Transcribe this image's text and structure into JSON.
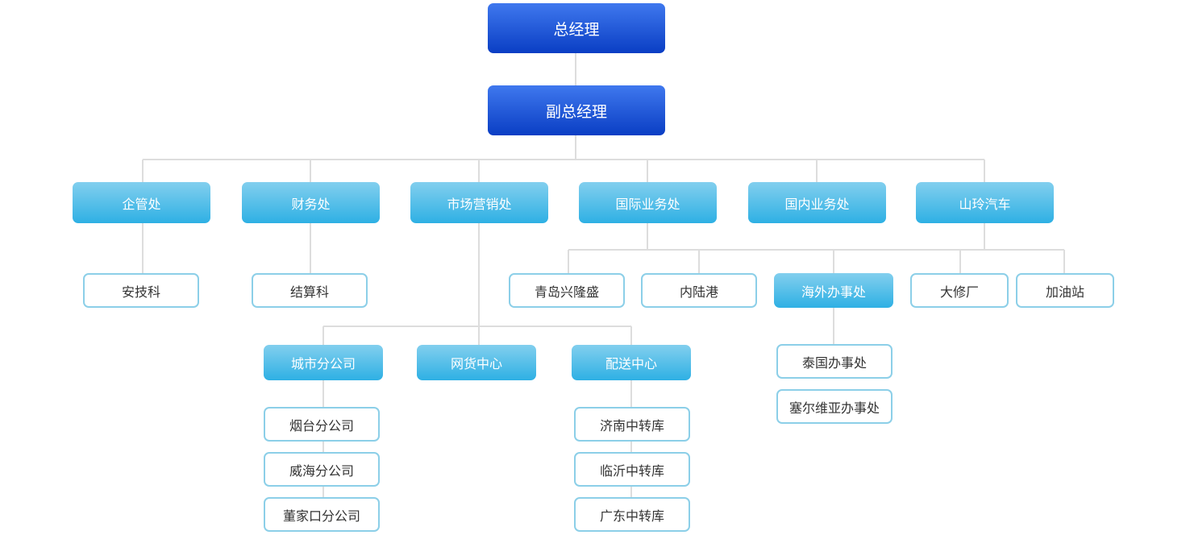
{
  "org": {
    "general_manager": "总经理",
    "deputy_general_manager": "副总经理",
    "departments": {
      "qiguanchu": "企管处",
      "caiwuchu": "财务处",
      "shichang_yingxiaochu": "市场营销处",
      "guoji_yewuchu": "国际业务处",
      "guonei_yewuchu": "国内业务处",
      "shanling_qiche": "山玲汽车"
    },
    "sub_units": {
      "anjike": "安技科",
      "jiesuanke": "结算科",
      "qingdao_xinglongsheng": "青岛兴隆盛",
      "neilugang": "内陆港",
      "haiwai_banshichu": "海外办事处",
      "daxiuchang": "大修厂",
      "jiayouzhan": "加油站",
      "chengshi_fengongsi": "城市分公司",
      "wanghuo_zhongxin": "网货中心",
      "peisong_zhongxin": "配送中心",
      "taiguo_banshichu": "泰国办事处",
      "saierweiya_banshichu": "塞尔维亚办事处",
      "yantai_fengongsi": "烟台分公司",
      "weihai_fengongsi": "威海分公司",
      "dongjiakou_fengongsi": "董家口分公司",
      "jinan_zhongzhuanku": "济南中转库",
      "linyi_zhongzhuanku": "临沂中转库",
      "guangdong_zhongzhuanku": "广东中转库"
    }
  },
  "colors": {
    "top_gradient": [
      "#3f78ee",
      "#0a3ec4"
    ],
    "dept_gradient": [
      "#82cfee",
      "#2eb0e4"
    ],
    "sub_border": "#8ccfe8",
    "connector": "#dddddd"
  }
}
